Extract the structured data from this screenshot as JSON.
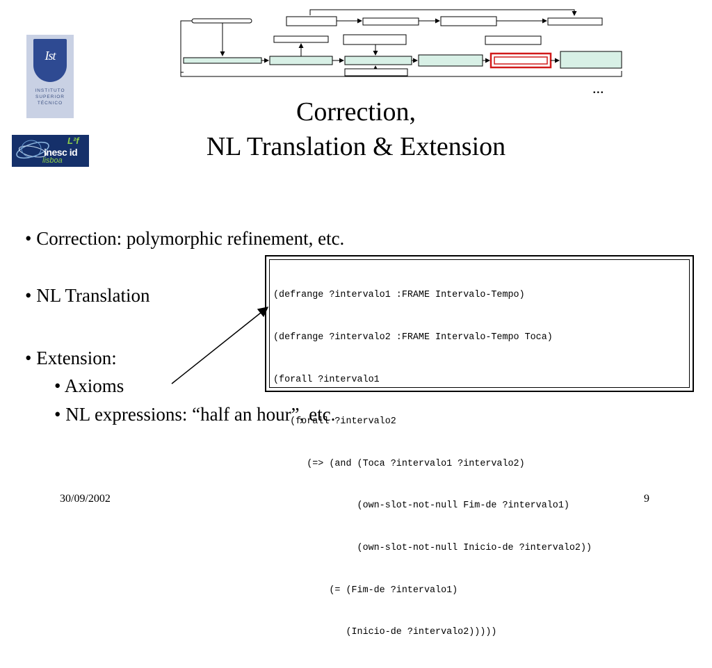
{
  "logos": {
    "ist": {
      "monogram": "Ist",
      "caption": "INSTITUTO\nSUPERIOR\nTÉCNICO"
    },
    "inesc": {
      "name": "inesc id",
      "lab": "L²f",
      "city": "lisboa"
    }
  },
  "diagram": {
    "ellipsis": "..."
  },
  "title": {
    "line1": "Correction,",
    "line2": "NL Translation & Extension"
  },
  "bullets": [
    "• Correction: polymorphic refinement, etc.",
    "• NL Translation",
    "• Extension:",
    "• Axioms",
    "• NL expressions: “half an hour”, etc."
  ],
  "code": {
    "lines": [
      "(defrange ?intervalo1 :FRAME Intervalo-Tempo)",
      "(defrange ?intervalo2 :FRAME Intervalo-Tempo Toca)",
      "(forall ?intervalo1",
      "   (forall ?intervalo2",
      "      (=> (and (Toca ?intervalo1 ?intervalo2)",
      "               (own-slot-not-null Fim-de ?intervalo1)",
      "               (own-slot-not-null Inicio-de ?intervalo2))",
      "          (= (Fim-de ?intervalo1)",
      "             (Inicio-de ?intervalo2)))))"
    ]
  },
  "footer": {
    "date": "30/09/2002",
    "page": "9"
  },
  "colors": {
    "highlight": "#d11a1a",
    "box_fill": "#d8f0e6",
    "ist_blue": "#2e4a92",
    "inesc_bg": "#15306a"
  }
}
